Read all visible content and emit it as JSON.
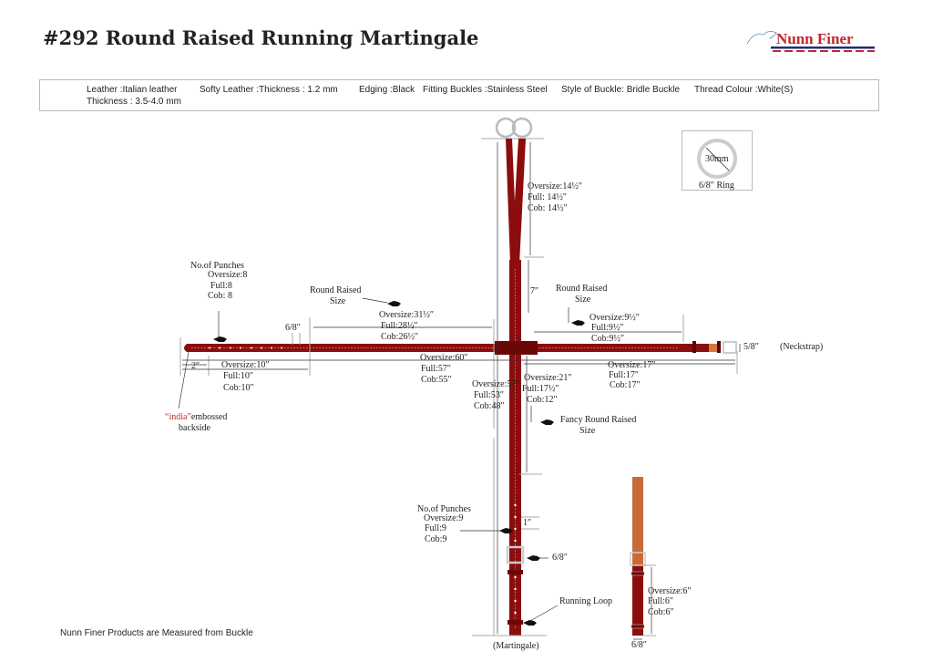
{
  "title": "#292 Round Raised Running Martingale",
  "logo": {
    "text": "Nunn Finer",
    "colors": {
      "red": "#c0282d",
      "blue": "#1f2f7a"
    }
  },
  "specs": {
    "leather": "Leather :Italian leather",
    "thickness": "Thickness : 3.5-4.0 mm",
    "softy": "Softy Leather :Thickness : 1.2 mm",
    "edging": "Edging :Black",
    "buckles": "Fitting Buckles :Stainless Steel",
    "style": "Style of Buckle: Bridle Buckle",
    "thread": "Thread Colour :White(S)"
  },
  "ring": {
    "size": "30mm",
    "label": "6/8″ Ring"
  },
  "neckstrap": {
    "label": "(Neckstrap)",
    "width": "5/8″",
    "punches": [
      "No.of Punches",
      "Oversize:8",
      "Full:8",
      "Cob: 8"
    ],
    "round_raised": [
      "Round Raised",
      "Size"
    ],
    "left_raised": [
      "Oversize:31½″",
      "Full:28½″",
      "Cob:26½″"
    ],
    "left_width": "6/8″",
    "total": [
      "Oversize:60″",
      "Full:57″",
      "Cob:55″"
    ],
    "tip": "2″",
    "punch_zone": [
      "Oversize:10″",
      "Full:10″",
      "Cob:10″"
    ],
    "india_word": "“india”",
    "india_rest": "embossed",
    "india_line2": "backside",
    "right_round_raised": [
      "Round Raised",
      "Size"
    ],
    "right_raised": [
      "Oversize:9½″",
      "Full:9½″",
      "Cob:9½″"
    ],
    "right_total": [
      "Oversize:17″",
      "Full:17″",
      "Cob:17″"
    ]
  },
  "martingale": {
    "label": "(Martingale)",
    "fork": [
      "Oversize:14½″",
      "Full: 14½″",
      "Cob: 14½″"
    ],
    "seven": "7″",
    "total": [
      "Oversize:57″",
      "Full:53″",
      "Cob:48″"
    ],
    "fancy": [
      "Oversize:21″",
      "Full:17½″",
      "Cob:12″"
    ],
    "fancy_label": [
      "Fancy Round Raised",
      "Size"
    ],
    "punches": [
      "No.of Punches",
      "Oversize:9",
      "Full:9",
      "Cob:9"
    ],
    "one": "1″",
    "buckle_width": "6/8″",
    "running_loop": "Running Loop"
  },
  "small_strap": {
    "sizes": [
      "Oversize:6″",
      "Full:6″",
      "Cob:6″"
    ],
    "width": "6/8″"
  },
  "footer": "Nunn Finer Products are Measured from Buckle"
}
